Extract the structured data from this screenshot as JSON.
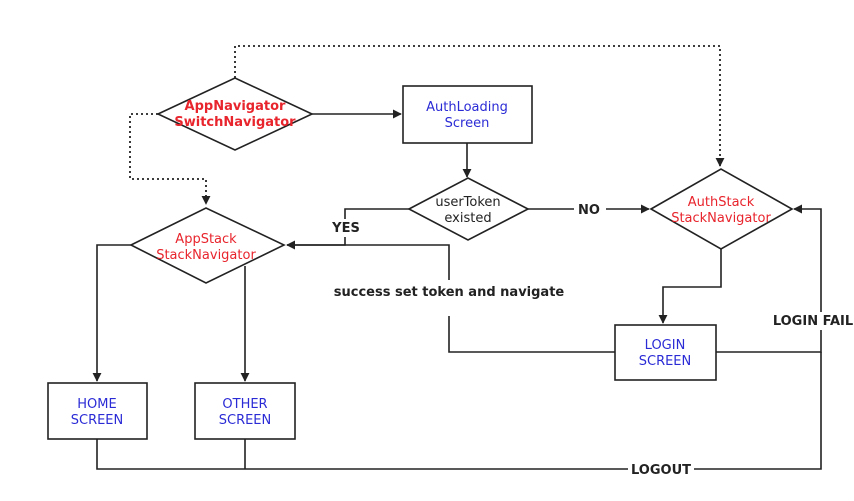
{
  "colors": {
    "red": "#e8242c",
    "blue": "#2b2bd6",
    "line": "#222222"
  },
  "nodes": {
    "app_navigator": {
      "line1": "AppNavigator",
      "line2": "SwitchNavigator"
    },
    "auth_loading": {
      "line1": "AuthLoading",
      "line2": "Screen"
    },
    "user_token": {
      "line1": "userToken",
      "line2": "existed"
    },
    "auth_stack": {
      "line1": "AuthStack",
      "line2": "StackNavigator"
    },
    "app_stack": {
      "line1": "AppStack",
      "line2": "StackNavigator"
    },
    "login_screen": {
      "line1": "LOGIN",
      "line2": "SCREEN"
    },
    "home_screen": {
      "line1": "HOME",
      "line2": "SCREEN"
    },
    "other_screen": {
      "line1": "OTHER",
      "line2": "SCREEN"
    }
  },
  "edges": {
    "yes": "YES",
    "no": "NO",
    "success": "success set token and navigate",
    "login_fail": "LOGIN FAIL",
    "logout": "LOGOUT"
  }
}
